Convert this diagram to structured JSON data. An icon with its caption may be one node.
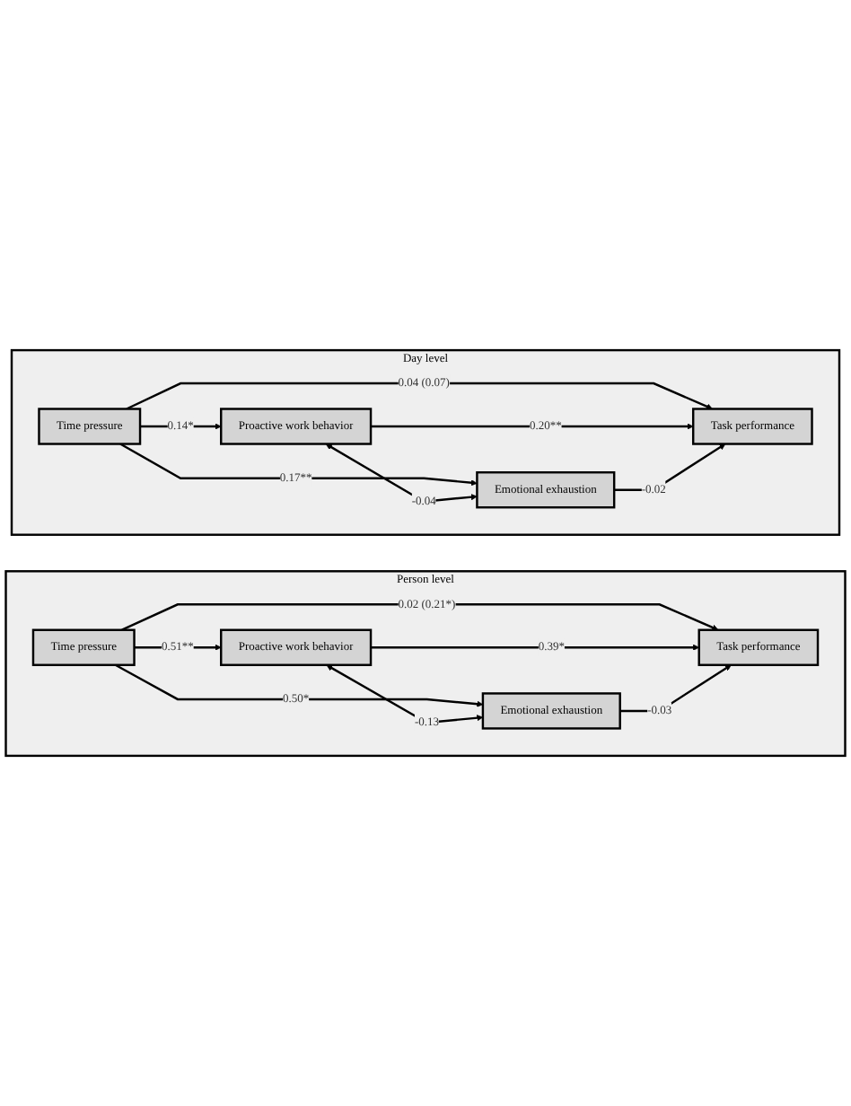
{
  "diagram": {
    "nodes": [
      {
        "text": [
          "Person level"
        ]
      },
      {
        "text": [
          "Time pressure"
        ],
        "in": 0
      },
      {
        "text": [
          "Proactive work behavior"
        ],
        "in": 0
      },
      {
        "text": [
          "Emotional exhaustion"
        ],
        "in": 0
      },
      {
        "text": [
          "Task performance"
        ],
        "in": 0
      },
      {
        "text": [
          "Day level"
        ]
      },
      {
        "text": [
          "Time pressure"
        ],
        "in": 5
      },
      {
        "text": [
          "Proactive work behavior"
        ],
        "in": 5
      },
      {
        "text": [
          "Emotional exhaustion"
        ],
        "in": 5
      },
      {
        "text": [
          "Task performance"
        ],
        "in": 5
      }
    ],
    "edges": [
      {
        "from": 1,
        "to": 4,
        "arrow": "to",
        "label": "0.02 (0.21*)"
      },
      {
        "from": 1,
        "to": 2,
        "arrow": "to",
        "label": "0.51**"
      },
      {
        "from": 1,
        "to": 3,
        "arrow": "to",
        "label": "0.50*"
      },
      {
        "from": 2,
        "to": 3,
        "arrow": "both",
        "label": "-0.13"
      },
      {
        "from": 2,
        "to": 4,
        "arrow": "to",
        "label": "0.39*"
      },
      {
        "from": 3,
        "to": 4,
        "arrow": "to",
        "label": "-0.03"
      },
      {
        "from": 6,
        "to": 9,
        "arrow": "to",
        "label": "0.04 (0.07)"
      },
      {
        "from": 6,
        "to": 7,
        "arrow": "to",
        "label": "0.14*"
      },
      {
        "from": 6,
        "to": 8,
        "arrow": "to",
        "label": "0.17**"
      },
      {
        "from": 7,
        "to": 8,
        "arrow": "both",
        "label": "-0.04"
      },
      {
        "from": 7,
        "to": 9,
        "arrow": "to",
        "label": "0.20**"
      },
      {
        "from": 8,
        "to": 9,
        "arrow": "to",
        "label": "-0.02"
      }
    ]
  }
}
